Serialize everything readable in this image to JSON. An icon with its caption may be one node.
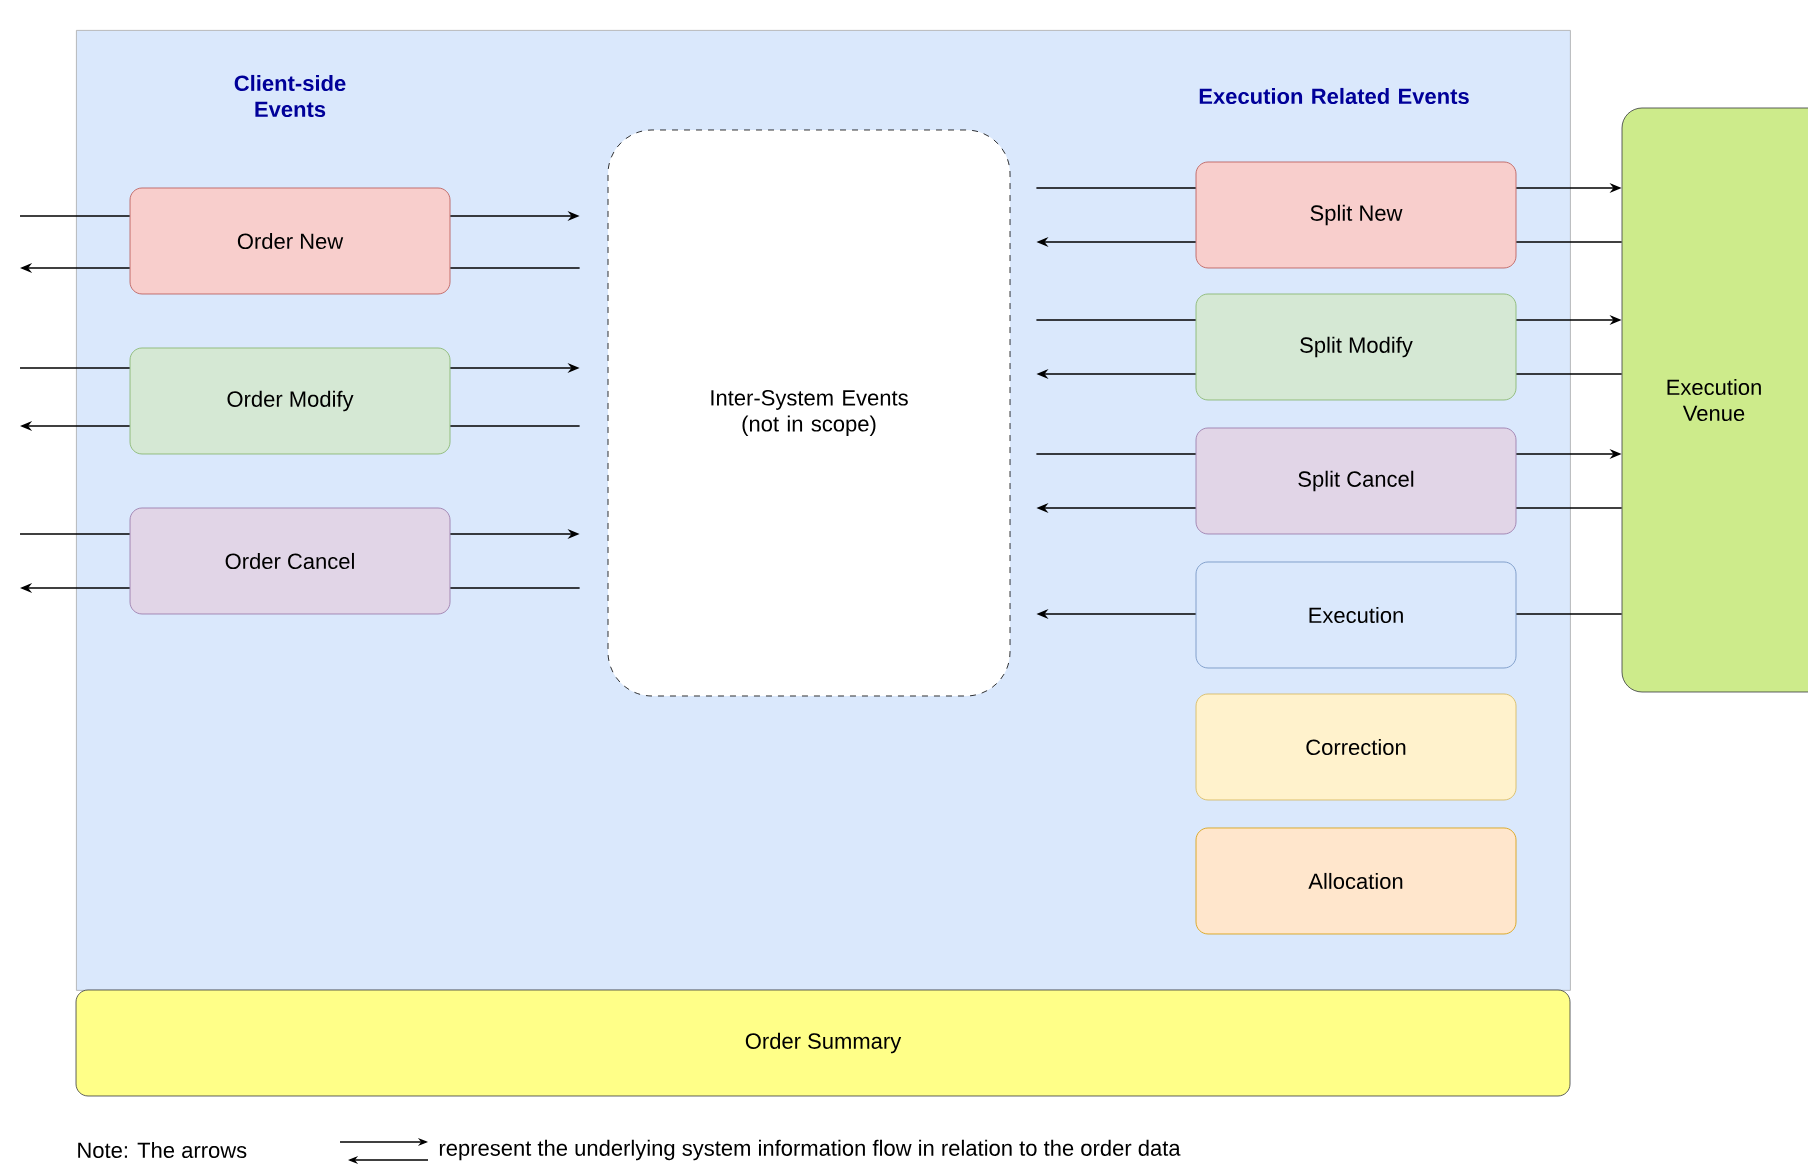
{
  "diagram": {
    "nodes": [
      {
        "text": [
          "Client-side Events",
          "Execution Related Events"
        ]
      },
      {
        "text": [
          "Order New"
        ],
        "in": 0
      },
      {
        "text": [
          "Order Modify"
        ],
        "in": 0
      },
      {
        "text": [
          "Order Cancel"
        ],
        "in": 0
      },
      {
        "text": [
          "Inter-System Events (not in scope)"
        ],
        "in": 0
      },
      {
        "text": [
          "Split New"
        ],
        "in": 0
      },
      {
        "text": [
          "Split Modify"
        ],
        "in": 0
      },
      {
        "text": [
          "Split Cancel"
        ],
        "in": 0
      },
      {
        "text": [
          "Execution"
        ],
        "in": 0
      },
      {
        "text": [
          "Correction"
        ],
        "in": 0
      },
      {
        "text": [
          "Allocation"
        ],
        "in": 0
      },
      {
        "text": [
          "Execution Venue"
        ]
      },
      {
        "text": [
          "Order Summary"
        ]
      }
    ],
    "edges": [
      {
        "from": null,
        "to": 1,
        "arrow": "none"
      },
      {
        "from": 1,
        "to": 4,
        "arrow": "to"
      },
      {
        "from": 4,
        "to": 1,
        "arrow": "none"
      },
      {
        "from": 1,
        "to": null,
        "arrow": "to"
      },
      {
        "from": null,
        "to": 2,
        "arrow": "none"
      },
      {
        "from": 2,
        "to": 4,
        "arrow": "to"
      },
      {
        "from": 4,
        "to": 2,
        "arrow": "none"
      },
      {
        "from": 2,
        "to": null,
        "arrow": "to"
      },
      {
        "from": null,
        "to": 3,
        "arrow": "none"
      },
      {
        "from": 3,
        "to": 4,
        "arrow": "to"
      },
      {
        "from": 4,
        "to": 3,
        "arrow": "none"
      },
      {
        "from": 3,
        "to": null,
        "arrow": "to"
      },
      {
        "from": 4,
        "to": 5,
        "arrow": "none"
      },
      {
        "from": 5,
        "to": 11,
        "arrow": "to"
      },
      {
        "from": 11,
        "to": 5,
        "arrow": "none"
      },
      {
        "from": 5,
        "to": 4,
        "arrow": "to"
      },
      {
        "from": 4,
        "to": 6,
        "arrow": "none"
      },
      {
        "from": 6,
        "to": 11,
        "arrow": "to"
      },
      {
        "from": 11,
        "to": 6,
        "arrow": "none"
      },
      {
        "from": 6,
        "to": 4,
        "arrow": "to"
      },
      {
        "from": 4,
        "to": 7,
        "arrow": "none"
      },
      {
        "from": 7,
        "to": 11,
        "arrow": "to"
      },
      {
        "from": 11,
        "to": 7,
        "arrow": "none"
      },
      {
        "from": 7,
        "to": 4,
        "arrow": "to"
      },
      {
        "from": 11,
        "to": 8,
        "arrow": "none"
      },
      {
        "from": 8,
        "to": 4,
        "arrow": "to"
      }
    ],
    "labels": [
      "Note: The arrows",
      "represent the underlying system information flow in relation to the order data"
    ]
  }
}
